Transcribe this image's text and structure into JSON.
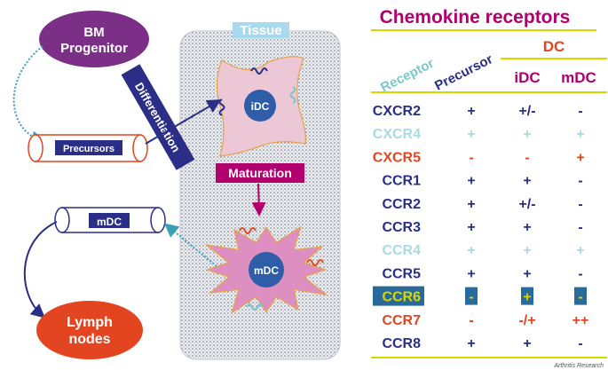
{
  "left": {
    "bm_progenitor": [
      "BM",
      "Progenitor"
    ],
    "precursors": "Precursors",
    "mdc_tube": "mDC",
    "lymph_nodes": [
      "Lymph",
      "nodes"
    ]
  },
  "tissue": {
    "label": "Tissue",
    "differentiation": "Differentiation",
    "maturation": "Maturation",
    "idc_cell": "iDC",
    "mdc_cell": "mDC"
  },
  "table": {
    "title": "Chemokine receptors",
    "header_receptor": "Receptor",
    "header_precursor": "Precursor",
    "header_dc": "DC",
    "header_idc": "iDC",
    "header_mdc": "mDC",
    "rows": [
      {
        "name": "CXCR2",
        "precursor": "+",
        "idc": "+/-",
        "mdc": "-",
        "color": "#2a2e86"
      },
      {
        "name": "CXCR4",
        "precursor": "+",
        "idc": "+",
        "mdc": "+",
        "color": "#a9dbe0"
      },
      {
        "name": "CXCR5",
        "precursor": "-",
        "idc": "-",
        "mdc": "+",
        "color": "#e2451f"
      },
      {
        "name": "CCR1",
        "precursor": "+",
        "idc": "+",
        "mdc": "-",
        "color": "#2a2e86"
      },
      {
        "name": "CCR2",
        "precursor": "+",
        "idc": "+/-",
        "mdc": "-",
        "color": "#2a2e86"
      },
      {
        "name": "CCR3",
        "precursor": "+",
        "idc": "+",
        "mdc": "-",
        "color": "#2a2e86"
      },
      {
        "name": "CCR4",
        "precursor": "+",
        "idc": "+",
        "mdc": "+",
        "color": "#a9dbe0"
      },
      {
        "name": "CCR5",
        "precursor": "+",
        "idc": "+",
        "mdc": "-",
        "color": "#2a2e86"
      },
      {
        "name": "CCR6",
        "precursor": "-",
        "idc": "+",
        "mdc": "-",
        "color": "#d8d800"
      },
      {
        "name": "CCR7",
        "precursor": "-",
        "idc": "-/+",
        "mdc": "++",
        "color": "#e2451f"
      },
      {
        "name": "CCR8",
        "precursor": "+",
        "idc": "+",
        "mdc": "-",
        "color": "#2a2e86"
      }
    ]
  },
  "credit": "Arthritis Research",
  "colors": {
    "navy": "#2a2e86",
    "magenta": "#b1006d",
    "teal": "#7cc7c9",
    "orange_red": "#e2451f",
    "purple": "#7c2f86",
    "pink_cell": "#e8a6c8",
    "cell_nucleus": "#2f5da8",
    "label_blue": "#a9d9ee"
  }
}
